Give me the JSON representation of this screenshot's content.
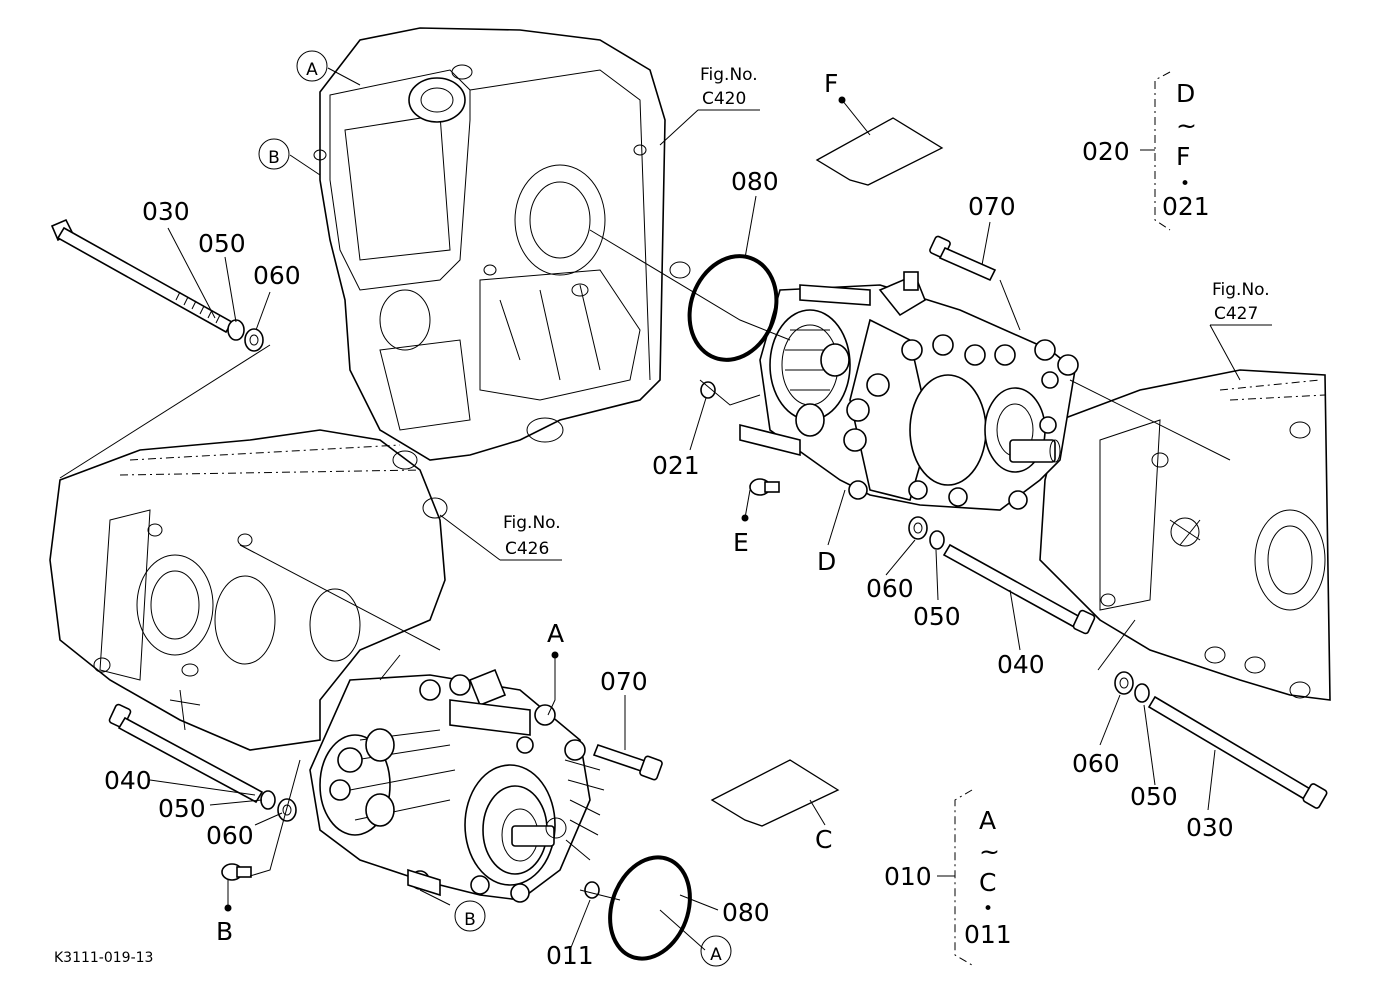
{
  "diagram": {
    "drawing_code": "K3111-019-13",
    "fig_refs": [
      {
        "id": "c420",
        "label": "Fig.No.",
        "code": "C420"
      },
      {
        "id": "c427",
        "label": "Fig.No.",
        "code": "C427"
      },
      {
        "id": "c426",
        "label": "Fig.No.",
        "code": "C426"
      }
    ],
    "part_numbers": {
      "p030_top": "030",
      "p050_top": "050",
      "p060_top": "060",
      "p080_top": "080",
      "p070_top": "070",
      "p021": "021",
      "p060_mid": "060",
      "p050_mid": "050",
      "p040_mid": "040",
      "p060_right": "060",
      "p050_right": "050",
      "p030_right": "030",
      "p070_bot": "070",
      "p040_bot": "040",
      "p050_bot": "050",
      "p060_bot": "060",
      "p011": "011",
      "p080_bot": "080"
    },
    "letters": {
      "F": "F",
      "E": "E",
      "D": "D",
      "A": "A",
      "B": "B",
      "C": "C"
    },
    "circled": {
      "top_A": "A",
      "top_B": "B",
      "bot_B": "B",
      "bot_A": "A"
    },
    "groups": [
      {
        "id": "g020",
        "number": "020",
        "from": "D",
        "tilde": "~",
        "to": "F",
        "dot": "•",
        "sub": "021"
      },
      {
        "id": "g010",
        "number": "010",
        "from": "A",
        "tilde": "~",
        "to": "C",
        "dot": "•",
        "sub": "011"
      }
    ]
  }
}
